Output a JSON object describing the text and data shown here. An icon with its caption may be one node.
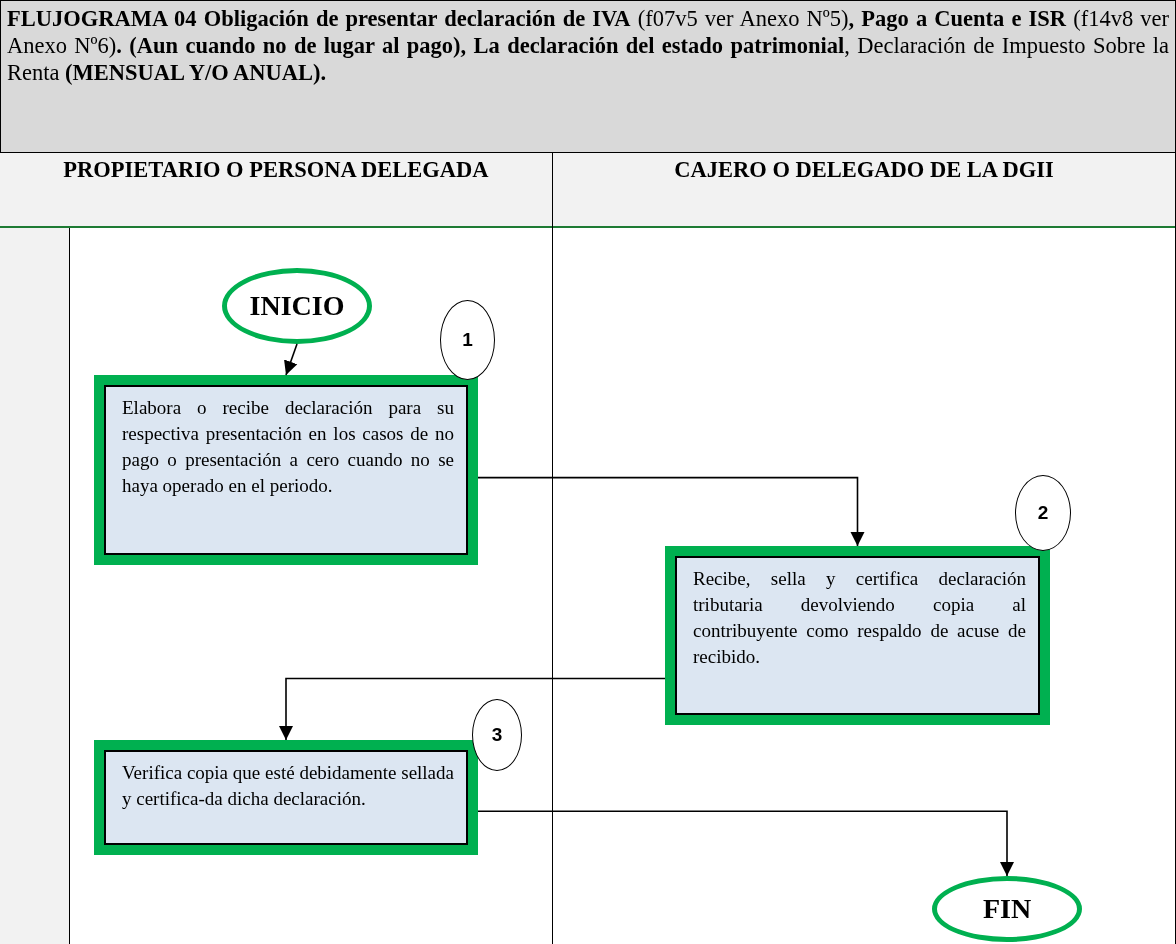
{
  "diagram": {
    "title": "**FLUJOGRAMA 04 Obligación de presentar declaración de IVA** (f07v5 ver Anexo Nº5)**, Pago a Cuenta e ISR** (f14v8 ver Anexo Nº6)**. (Aun cuando no de lugar al pago), La declaración del estado patrimonial**, Declaración de Impuesto Sobre la Renta  **(MENSUAL Y/O ANUAL).**",
    "nodes": [
      {
        "text": [
          "PROPIETARIO O PERSONA DELEGADA"
        ]
      },
      {
        "text": [
          "CAJERO O DELEGADO DE LA DGII"
        ]
      },
      {
        "text": [
          "INICIO"
        ],
        "in": 0
      },
      {
        "text": [
          "Elabora o recibe declaración para su respectiva presentación en los casos de no pago o presentación a cero cuando no se haya operado en el periodo."
        ],
        "in": 0,
        "beside": [
          "1"
        ]
      },
      {
        "text": [
          "Recibe, sella y certifica declaración tributaria devolviendo copia al contribuyente como respaldo de acuse de recibido."
        ],
        "in": 1,
        "beside": [
          "2"
        ]
      },
      {
        "text": [
          "Verifica copia que esté debidamente sellada y certifica-da dicha declaración."
        ],
        "in": 0,
        "beside": [
          "3"
        ]
      },
      {
        "text": [
          "FIN"
        ],
        "in": 1
      }
    ],
    "edges": [
      {
        "from": 2,
        "to": 3,
        "arrow": "to"
      },
      {
        "from": 3,
        "to": 4,
        "arrow": "to"
      },
      {
        "from": 4,
        "to": 5,
        "arrow": "to"
      },
      {
        "from": 5,
        "to": 6,
        "arrow": "to"
      }
    ]
  }
}
